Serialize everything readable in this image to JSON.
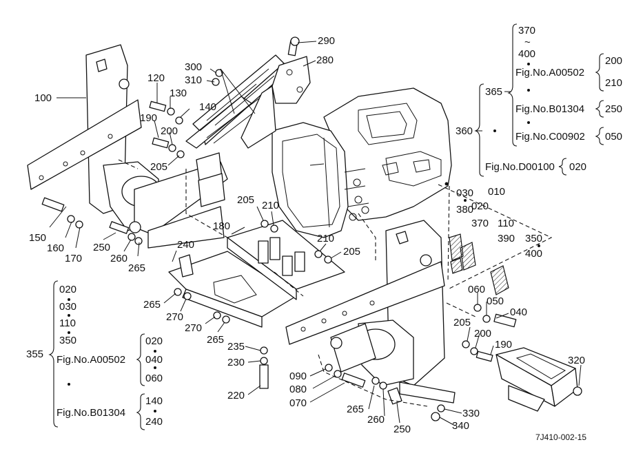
{
  "drawing_code": "7J410-002-15",
  "callouts": {
    "c010": "010",
    "c020": "020",
    "c030": "030",
    "c040": "040",
    "c050": "050",
    "c060": "060",
    "c070": "070",
    "c080": "080",
    "c090": "090",
    "c100": "100",
    "c110": "110",
    "c120": "120",
    "c130": "130",
    "c140": "140",
    "c150": "150",
    "c160": "160",
    "c170": "170",
    "c180": "180",
    "c190a": "190",
    "c190b": "190",
    "c200a": "200",
    "c200b": "200",
    "c205a": "205",
    "c205b": "205",
    "c205c": "205",
    "c205d": "205",
    "c210a": "210",
    "c210b": "210",
    "c220": "220",
    "c230": "230",
    "c235": "235",
    "c240": "240",
    "c250a": "250",
    "c250b": "250",
    "c260a": "260",
    "c260b": "260",
    "c265a": "265",
    "c265b": "265",
    "c265c": "265",
    "c265d": "265",
    "c270a": "270",
    "c270b": "270",
    "c280": "280",
    "c290": "290",
    "c300": "300",
    "c310": "310",
    "c320": "320",
    "c330": "330",
    "c340": "340",
    "c350": "350",
    "c355": "355",
    "c360": "360",
    "c365": "365",
    "c370": "370",
    "c380": "380",
    "c390": "390",
    "c400": "400"
  },
  "variant_360": {
    "label": "360",
    "group_365": "365",
    "range_start": "370",
    "tilde": "~",
    "range_end": "400",
    "fig_a": "Fig.No.A00502",
    "fig_a_opts": [
      "200",
      "210"
    ],
    "fig_b": "Fig.No.B01304",
    "fig_b_opts": [
      "250"
    ],
    "fig_c": "Fig.No.C00902",
    "fig_c_opts": [
      "050"
    ],
    "fig_d": "Fig.No.D00100",
    "fig_d_opts": [
      "020"
    ]
  },
  "variant_355": {
    "label": "355",
    "items": [
      "020",
      "030",
      "110",
      "350"
    ],
    "fig_a": "Fig.No.A00502",
    "fig_a_opts": [
      "020",
      "040",
      "060"
    ],
    "fig_b": "Fig.No.B01304",
    "fig_b_opts": [
      "140",
      "240"
    ]
  },
  "kit_010": {
    "label": "010",
    "items": [
      "030",
      "380",
      "020",
      "370",
      "110",
      "390",
      "350",
      "400"
    ]
  },
  "icons": {
    "dot": "bullet-dot",
    "tilde": "tilde-glyph"
  }
}
